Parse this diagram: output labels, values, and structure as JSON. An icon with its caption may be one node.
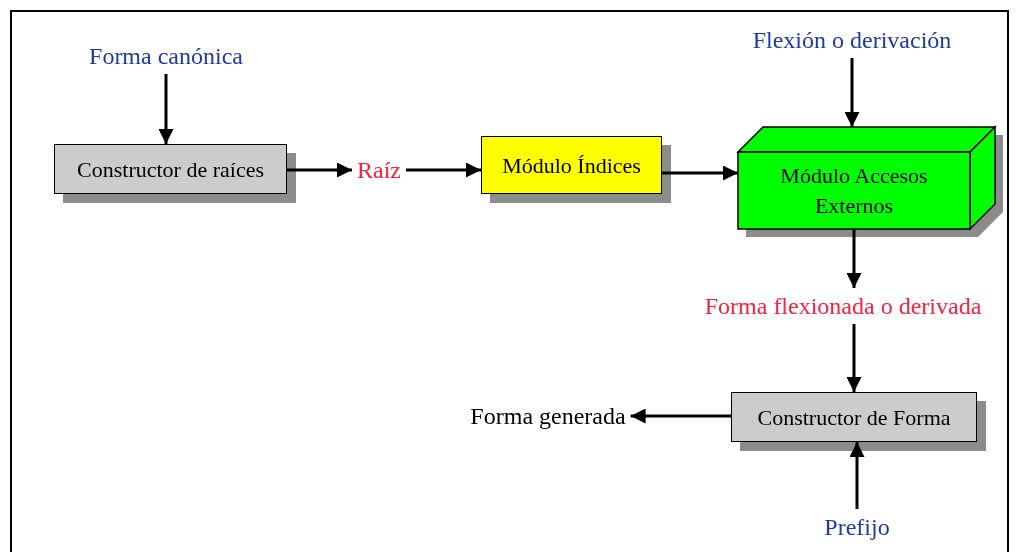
{
  "diagram": {
    "nodes": [
      {
        "text": [
          "Forma canónica"
        ]
      },
      {
        "text": [
          "Constructor de raíces"
        ]
      },
      {
        "text": [
          "Raíz"
        ]
      },
      {
        "text": [
          "Módulo Índices"
        ]
      },
      {
        "text": [
          "Módulo Accesos Externos"
        ]
      },
      {
        "text": [
          "Flexión o derivación"
        ]
      },
      {
        "text": [
          "Forma flexionada o derivada"
        ]
      },
      {
        "text": [
          "Constructor de Forma"
        ]
      },
      {
        "text": [
          "Forma generada"
        ]
      },
      {
        "text": [
          "Prefijo"
        ]
      }
    ],
    "edges": [
      {
        "from": 0,
        "to": 1,
        "arrow": "to"
      },
      {
        "from": 1,
        "to": 2,
        "arrow": "to"
      },
      {
        "from": 2,
        "to": 3,
        "arrow": "to"
      },
      {
        "from": 3,
        "to": 4,
        "arrow": "to"
      },
      {
        "from": 5,
        "to": 4,
        "arrow": "to"
      },
      {
        "from": 4,
        "to": 6,
        "arrow": "to"
      },
      {
        "from": 6,
        "to": 7,
        "arrow": "to"
      },
      {
        "from": 7,
        "to": 8,
        "arrow": "to"
      },
      {
        "from": 9,
        "to": 7,
        "arrow": "to"
      }
    ]
  }
}
